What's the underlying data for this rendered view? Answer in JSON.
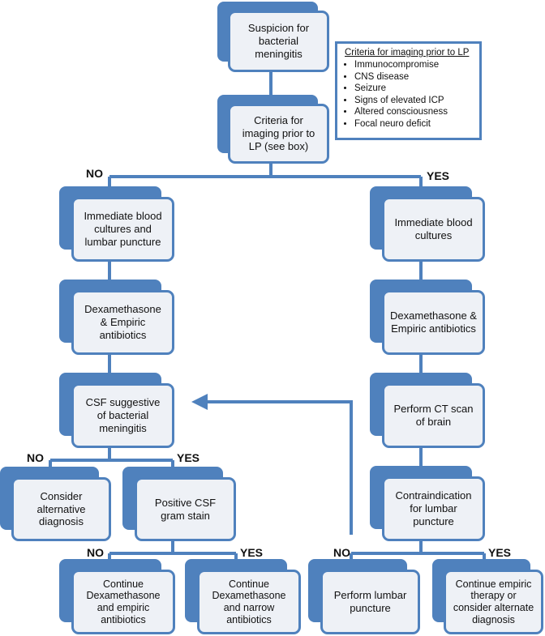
{
  "colors": {
    "accent": "#4f81bd",
    "box_fill": "#eef1f6",
    "text": "#111111"
  },
  "nodes": {
    "suspicion": "Suspicion for\nbacterial\nmeningitis",
    "criteria": "Criteria for\nimaging prior to\nLP (see box)",
    "left_cultures": "Immediate blood\ncultures and\nlumbar puncture",
    "right_cultures": "Immediate blood\ncultures",
    "left_dexa": "Dexamethasone\n& Empiric\nantibiotics",
    "right_dexa": "Dexamethasone &\nEmpiric antibiotics",
    "csf": "CSF suggestive\nof bacterial\nmeningitis",
    "ct": "Perform CT scan\nof brain",
    "alt_dx": "Consider\nalternative\ndiagnosis",
    "gram": "Positive CSF\ngram stain",
    "contra": "Contraindication\nfor lumbar\npuncture",
    "continue_empiric": "Continue\nDexamethasone\nand empiric\nantibiotics",
    "continue_narrow": "Continue\nDexamethasone\nand narrow\nantibiotics",
    "perform_lp": "Perform lumbar\npuncture",
    "continue_alternate": "Continue empiric\ntherapy or\nconsider alternate\ndiagnosis"
  },
  "labels": {
    "main_no": "NO",
    "main_yes": "YES",
    "csf_no": "NO",
    "csf_yes": "YES",
    "gram_no": "NO",
    "gram_yes": "YES",
    "contra_no": "NO",
    "contra_yes": "YES"
  },
  "criteria_box": {
    "title": "Criteria for imaging prior to LP",
    "items": [
      "Immunocompromise",
      "CNS disease",
      "Seizure",
      "Signs of elevated ICP",
      "Altered consciousness",
      "Focal neuro deficit"
    ]
  }
}
